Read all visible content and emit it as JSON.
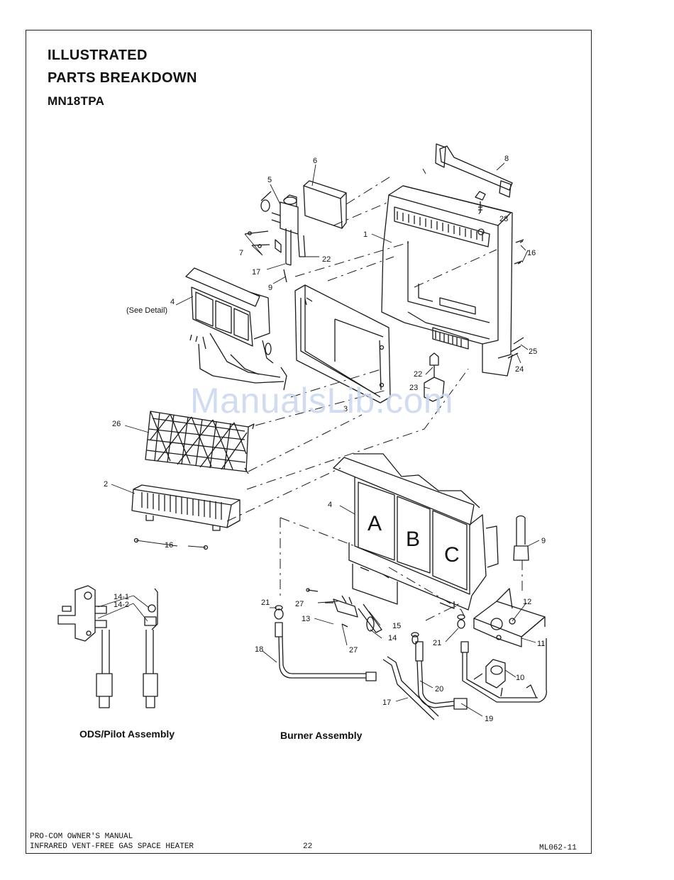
{
  "header": {
    "title_line1": "ILLUSTRATED",
    "title_line2": "PARTS BREAKDOWN",
    "model": "MN18TPA"
  },
  "labels": {
    "p1": "1",
    "p2": "2",
    "p3": "3",
    "p4_top": "4",
    "see_detail": "(See Detail)",
    "p4_burner": "4",
    "p5": "5",
    "p6": "6",
    "p7": "7",
    "p8": "8",
    "p9_top": "9",
    "p9_right": "9",
    "p10": "10",
    "p11": "11",
    "p12": "12",
    "p13": "13",
    "p14": "14",
    "p14_1": "14-1",
    "p14_2": "14-2",
    "p15": "15",
    "p16_top": "16",
    "p16_bottom": "16",
    "p17_top": "17",
    "p17_bottom": "17",
    "p18": "18",
    "p19": "19",
    "p20": "20",
    "p21_left": "21",
    "p21_right": "21",
    "p22_top": "22",
    "p22_mid": "22",
    "p23": "23",
    "p24": "24",
    "p25": "25",
    "p26": "26",
    "p27_a": "27",
    "p27_b": "27",
    "p28": "28",
    "burner_a": "A",
    "burner_b": "B",
    "burner_c": "C"
  },
  "captions": {
    "ods": "ODS/Pilot Assembly",
    "burner": "Burner Assembly"
  },
  "footer": {
    "line1": "PRO-COM  OWNER'S  MANUAL",
    "line2": "INFRARED VENT-FREE GAS SPACE HEATER",
    "page": "22",
    "code": "ML062-11"
  },
  "watermark": "ManualsLib.com"
}
